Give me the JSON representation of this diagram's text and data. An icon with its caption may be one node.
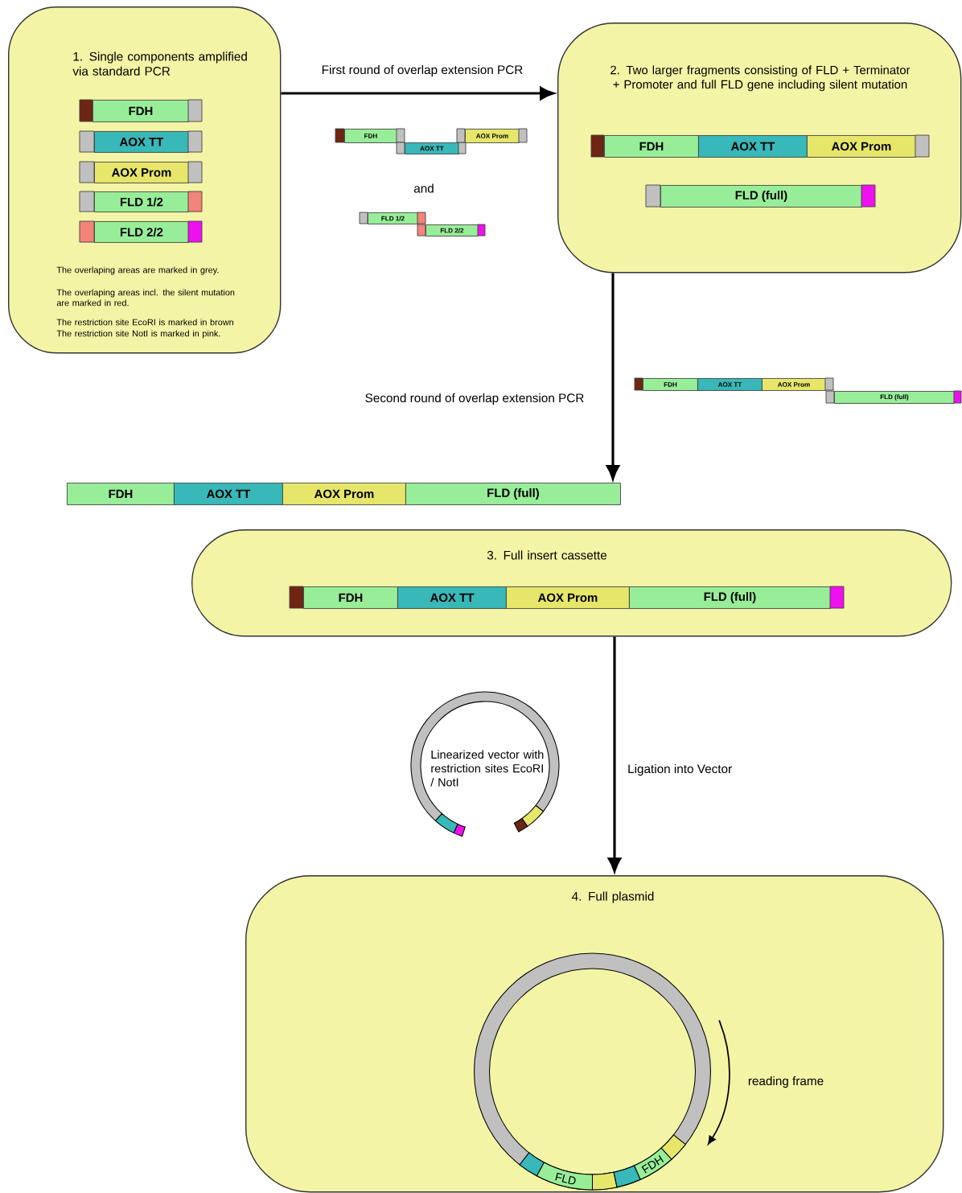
{
  "diagram": {
    "nodes": [
      {
        "text": [
          "1. Single components amplified via standard PCR",
          "The overlaping areas are marked in grey.",
          "The overlaping areas incl. the silent mutation are marked in red.",
          "The restriction site EcoRI is marked in brown",
          "The restriction site NotI is marked in pink."
        ]
      },
      {
        "text": [
          "FDH"
        ],
        "in": 0
      },
      {
        "text": [
          "AOX TT"
        ],
        "in": 0
      },
      {
        "text": [
          "AOX Prom"
        ],
        "in": 0
      },
      {
        "text": [
          "FLD 1/2"
        ],
        "in": 0
      },
      {
        "text": [
          "FLD 2/2"
        ],
        "in": 0
      },
      {
        "text": [
          "FDH"
        ]
      },
      {
        "text": [
          "AOX TT"
        ]
      },
      {
        "text": [
          "AOX Prom"
        ]
      },
      {
        "text": [
          "FLD 1/2"
        ]
      },
      {
        "text": [
          "FLD 2/2"
        ]
      },
      {
        "text": [
          "2. Two larger fragments consisting of FLD + Terminator + Promoter and full FLD gene including silent mutation"
        ]
      },
      {
        "text": [
          "FDH"
        ],
        "in": 11
      },
      {
        "text": [
          "AOX TT"
        ],
        "in": 11
      },
      {
        "text": [
          "AOX Prom"
        ],
        "in": 11
      },
      {
        "text": [
          "FLD (full)"
        ],
        "in": 11
      },
      {
        "text": [
          "FDH"
        ]
      },
      {
        "text": [
          "AOX TT"
        ]
      },
      {
        "text": [
          "AOX Prom"
        ]
      },
      {
        "text": [
          "FLD (full)"
        ]
      },
      {
        "text": [
          "FDH"
        ]
      },
      {
        "text": [
          "AOX TT"
        ]
      },
      {
        "text": [
          "AOX Prom"
        ]
      },
      {
        "text": [
          "FLD (full)"
        ]
      },
      {
        "text": [
          "3. Full insert cassette"
        ]
      },
      {
        "text": [
          "FDH"
        ],
        "in": 24
      },
      {
        "text": [
          "AOX TT"
        ],
        "in": 24
      },
      {
        "text": [
          "AOX Prom"
        ],
        "in": 24
      },
      {
        "text": [
          "FLD (full)"
        ],
        "in": 24
      },
      {
        "text": [
          "Linearized vector with restriction sites EcoRI / NotI"
        ]
      },
      {
        "text": [
          "4. Full plasmid"
        ]
      },
      {
        "text": [
          "FLD"
        ],
        "in": 30
      },
      {
        "text": [
          "FDH"
        ],
        "in": 30
      }
    ],
    "edges": [
      {
        "from": 0,
        "to": 11,
        "arrow": "to",
        "label": "First round of overlap extension PCR"
      },
      {
        "from": 11,
        "to": 23,
        "arrow": "to",
        "label": "Second round of overlap extension PCR"
      },
      {
        "from": 24,
        "to": 30,
        "arrow": "to",
        "label": "Ligation into Vector"
      }
    ],
    "labels": [
      "and",
      "reading frame"
    ]
  }
}
